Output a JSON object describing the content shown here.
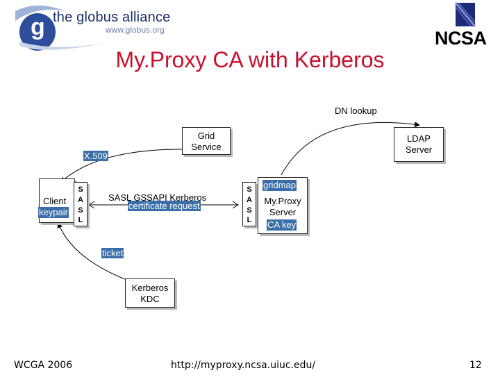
{
  "header": {
    "globus_name": "the globus alliance",
    "globus_url": "www.globus.org",
    "globus_letter": "g",
    "ncsa_logo": "NCSA",
    "title": "My.Proxy CA with Kerberos"
  },
  "diagram": {
    "client": {
      "label": "Client",
      "keypair": "keypair"
    },
    "sasl_left": [
      "S",
      "A",
      "S",
      "L"
    ],
    "sasl_right": [
      "S",
      "A",
      "S",
      "L"
    ],
    "x509_label": "X.509",
    "grid_service": {
      "line1": "Grid",
      "line2": "Service"
    },
    "ldap_server": {
      "line1": "LDAP",
      "line2": "Server"
    },
    "dn_lookup": "DN lookup",
    "mid_text": {
      "line1": "SASL GSSAPI Kerberos",
      "line2": "certificate request"
    },
    "myproxy_server": {
      "gridmap": "gridmap",
      "line1": "My.Proxy",
      "line2": "Server",
      "ca_key": "CA key"
    },
    "ticket_label": "ticket",
    "kdc": {
      "line1": "Kerberos",
      "line2": "KDC"
    }
  },
  "footer": {
    "left": "WCGA 2006",
    "center": "http://myproxy.ncsa.uiuc.edu/",
    "page": "12"
  },
  "colors": {
    "title": "#c8102e",
    "highlight": "#3a6ea8",
    "globus_blue": "#1b2f6b"
  }
}
